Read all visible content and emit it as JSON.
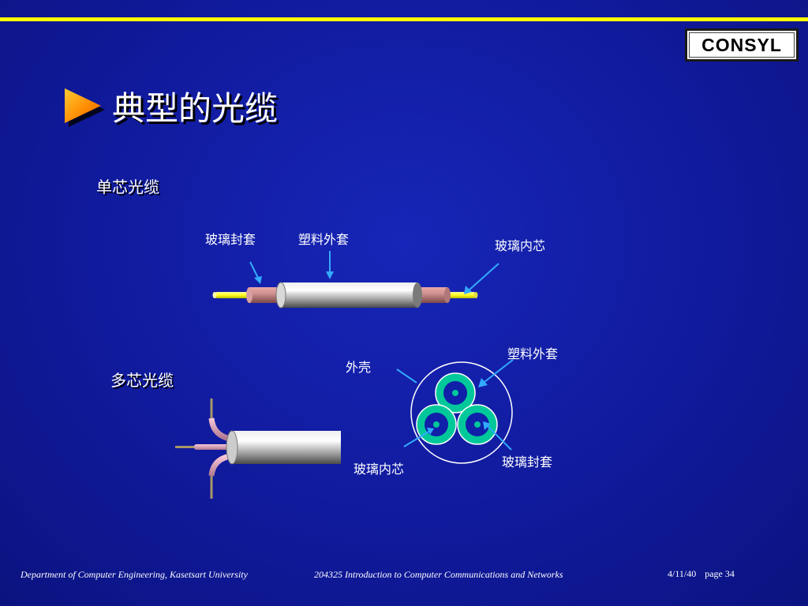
{
  "logo": {
    "text": "CONSYL"
  },
  "title": "典型的光缆",
  "single_core": {
    "heading": "单芯光缆",
    "labels": {
      "glass_cladding": "玻璃封套",
      "plastic_jacket": "塑料外套",
      "glass_core": "玻璃内芯"
    }
  },
  "multi_core": {
    "heading": "多芯光缆",
    "labels": {
      "outer_shell": "外壳",
      "plastic_jacket": "塑料外套",
      "glass_core": "玻璃内芯",
      "glass_cladding": "玻璃封套"
    }
  },
  "footer": {
    "department": "Department of Computer Engineering, Kasetsart University",
    "course": "204325 Introduction to Computer Communications and Networks",
    "date": "4/11/40",
    "page": "page 34"
  },
  "colors": {
    "background": "#101a9c",
    "accent_line": "#ffff00",
    "arrow": "#33aaff",
    "core_yellow": "#ffff22",
    "cladding_pink": "#c88888",
    "fiber_teal": "#00c89a"
  }
}
